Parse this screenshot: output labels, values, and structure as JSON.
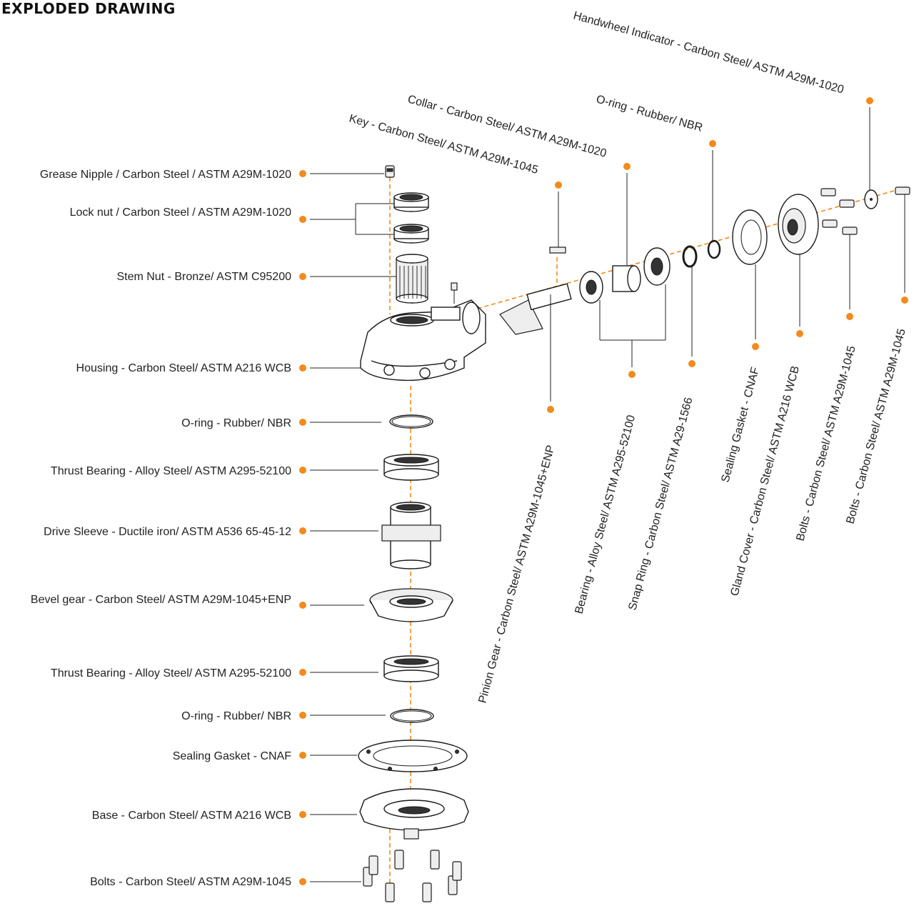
{
  "title": "EXPLODED DRAWING",
  "accent_color": "#f28a1c",
  "left_labels": [
    "Grease Nipple / Carbon Steel / ASTM A29M-1020",
    "Lock nut / Carbon Steel / ASTM A29M-1020",
    "Stem Nut - Bronze/ ASTM C95200",
    "Housing - Carbon Steel/ ASTM A216 WCB",
    "O-ring - Rubber/ NBR",
    "Thrust Bearing - Alloy Steel/ ASTM A295-52100",
    "Drive Sleeve - Ductile iron/ ASTM A536 65-45-12",
    "Bevel gear - Carbon Steel/ ASTM A29M-1045+ENP",
    "Thrust Bearing - Alloy Steel/ ASTM A295-52100",
    "O-ring - Rubber/ NBR",
    "Sealing Gasket - CNAF",
    "Base - Carbon Steel/ ASTM A216 WCB",
    "Bolts - Carbon Steel/ ASTM A29M-1045"
  ],
  "top_labels": [
    "Handwheel Indicator - Carbon Steel/ ASTM A29M-1020",
    "Collar - Carbon Steel/ ASTM A29M-1020",
    "O-ring - Rubber/ NBR",
    "Key - Carbon Steel/ ASTM A29M-1045"
  ],
  "bottom_labels": [
    "Pinion Gear - Carbon Steel/ ASTM A29M-1045+ENP",
    "Bearing - Alloy Steel/ ASTM A295-52100",
    "Snap Ring - Carbon Steel/ ASTM A29-1566",
    "Sealing Gasket - CNAF",
    "Gland Cover - Carbon Steel/ ASTM A216 WCB",
    "Bolts - Carbon Steel/ ASTM A29M-1045",
    "Bolts - Carbon Steel/ ASTM A29M-1045"
  ]
}
